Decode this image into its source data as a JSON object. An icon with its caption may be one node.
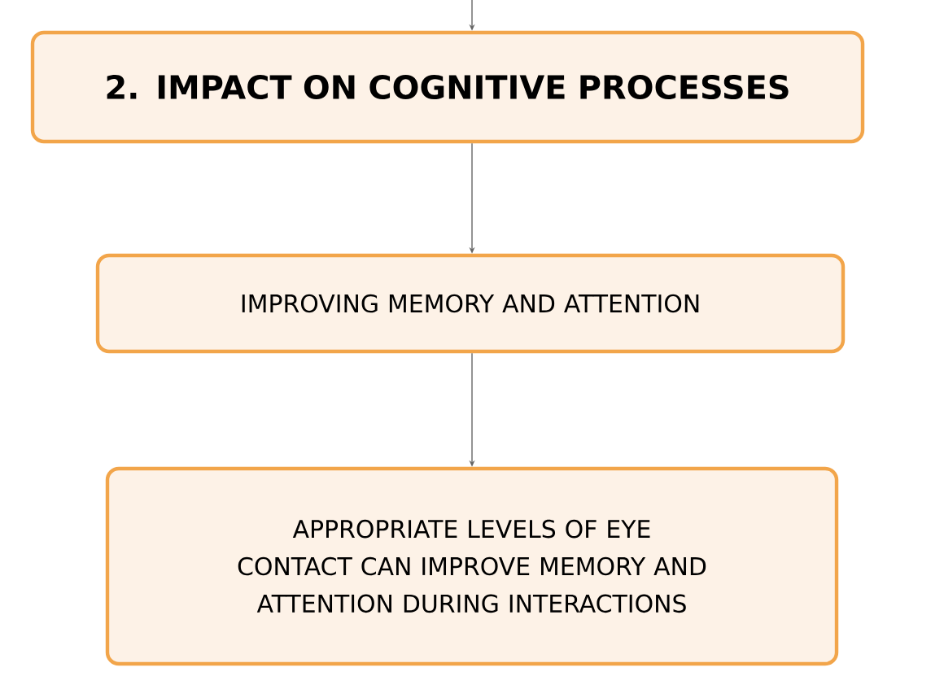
{
  "diagram": {
    "nodes": [
      {
        "text": [
          "2. IMPACT ON COGNITIVE PROCESSES"
        ]
      },
      {
        "text": [
          "IMPROVING MEMORY AND ATTENTION"
        ]
      },
      {
        "text": [
          "APPROPRIATE LEVELS OF EYE CONTACT CAN IMPROVE MEMORY AND ATTENTION DURING INTERACTIONS"
        ]
      }
    ],
    "edges": [
      {
        "from": null,
        "to": 0,
        "arrow": "to"
      },
      {
        "from": 0,
        "to": 1,
        "arrow": "to"
      },
      {
        "from": 1,
        "to": 2,
        "arrow": "to"
      }
    ]
  }
}
